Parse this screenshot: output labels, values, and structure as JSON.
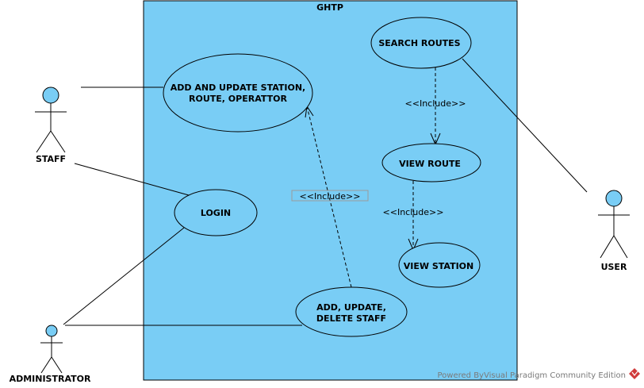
{
  "colors": {
    "system_fill": "#79CDF5",
    "usecase_fill": "#79CDF5",
    "actor_fill": "#79CDF5",
    "line": "#000000",
    "watermark": "#7a7a7a",
    "watermark_icon": "#d03a3a"
  },
  "system": {
    "title": "GHTP"
  },
  "actors": {
    "staff": "STAFF",
    "administrator": "ADMINISTRATOR",
    "user": "USER"
  },
  "usecases": {
    "add_update_station": [
      "ADD AND UPDATE STATION,",
      "ROUTE, OPERATTOR"
    ],
    "login": "LOGIN",
    "add_update_delete_staff": [
      "ADD, UPDATE,",
      "DELETE STAFF"
    ],
    "search_routes": "SEARCH ROUTES",
    "view_route": "VIEW ROUTE",
    "view_station": "VIEW STATION"
  },
  "include_labels": {
    "search_to_view_route": "<<Include>>",
    "view_route_to_view_station": "<<Include>>",
    "staff_mgmt_to_add_update": "<<Include>>"
  },
  "watermark": {
    "text": "Powered ByVisual Paradigm Community Edition",
    "icon": "visual-paradigm-logo-icon"
  }
}
